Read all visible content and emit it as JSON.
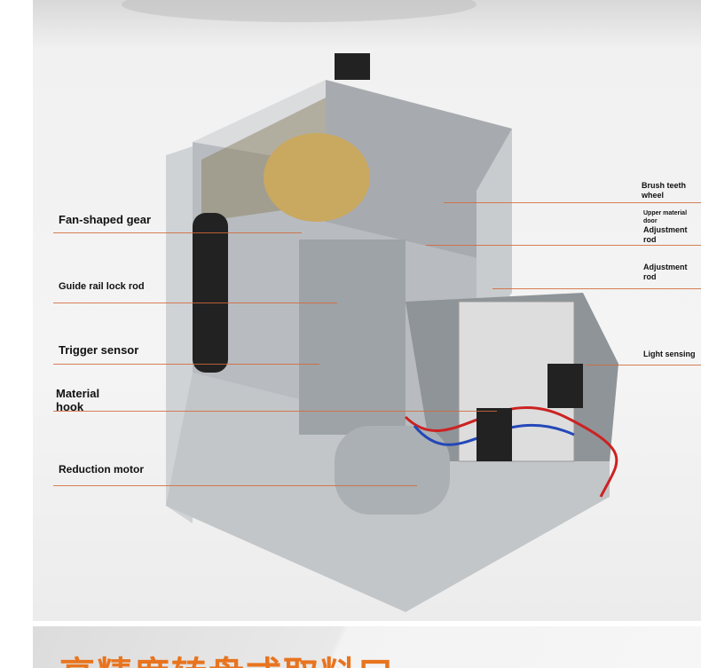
{
  "labels_left": [
    {
      "id": "fan-shaped-gear",
      "text": "Fan-shaped gear"
    },
    {
      "id": "guide-rail-lock-rod",
      "text": "Guide rail lock rod"
    },
    {
      "id": "trigger-sensor",
      "text": "Trigger sensor"
    },
    {
      "id": "material-hook",
      "line1": "Material",
      "line2": "hook"
    },
    {
      "id": "reduction-motor",
      "text": "Reduction motor"
    }
  ],
  "labels_right": {
    "brush_line1": "Brush teeth",
    "brush_line2": "wheel",
    "upper_line1": "Upper material",
    "upper_line2": "door",
    "adj1_line1": "Adjustment",
    "adj1_line2": "rod",
    "adj2_line1": "Adjustment",
    "adj2_line2": "rod",
    "light": "Light sensing"
  },
  "banner": {
    "text": "高精度转盘式取料口"
  },
  "colors": {
    "accent": "#e8741f",
    "leader_line": "#d2693a"
  }
}
